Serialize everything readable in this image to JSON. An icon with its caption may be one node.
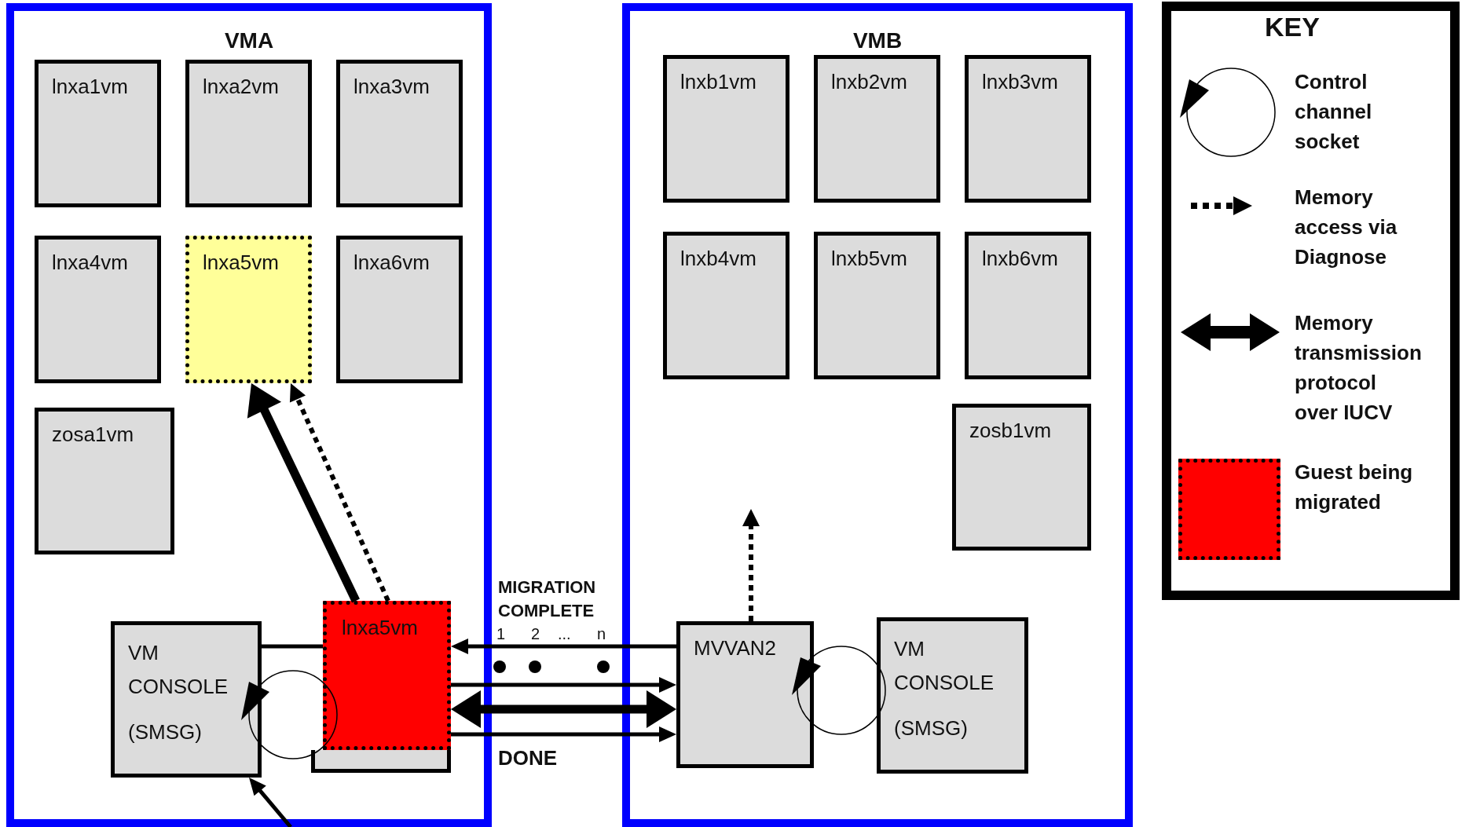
{
  "diagram": {
    "nodes": [
      {
        "text": [
          "VMA"
        ]
      },
      {
        "text": [
          "lnxa1vm"
        ],
        "in": 0
      },
      {
        "text": [
          "lnxa2vm"
        ],
        "in": 0
      },
      {
        "text": [
          "lnxa3vm"
        ],
        "in": 0
      },
      {
        "text": [
          "lnxa4vm"
        ],
        "in": 0
      },
      {
        "text": [
          "lnxa5vm"
        ],
        "in": 0
      },
      {
        "text": [
          "lnxa6vm"
        ],
        "in": 0
      },
      {
        "text": [
          "zosa1vm"
        ],
        "in": 0
      },
      {
        "text": [
          "VM CONSOLE",
          "(SMSG)"
        ],
        "in": 0
      },
      {
        "text": [],
        "shape": "box",
        "in": 0
      },
      {
        "text": [
          "lnxa5vm"
        ],
        "in": 0
      },
      {
        "text": [
          "VMB"
        ]
      },
      {
        "text": [
          "lnxb1vm"
        ],
        "in": 11
      },
      {
        "text": [
          "lnxb2vm"
        ],
        "in": 11
      },
      {
        "text": [
          "lnxb3vm"
        ],
        "in": 11
      },
      {
        "text": [
          "lnxb4vm"
        ],
        "in": 11
      },
      {
        "text": [
          "lnxb5vm"
        ],
        "in": 11
      },
      {
        "text": [
          "lnxb6vm"
        ],
        "in": 11
      },
      {
        "text": [
          "zosb1vm"
        ],
        "in": 11
      },
      {
        "text": [
          "MVVAN2"
        ],
        "in": 11
      },
      {
        "text": [
          "VM CONSOLE",
          "(SMSG)"
        ],
        "in": 11
      }
    ],
    "edges": [
      {
        "from": 10,
        "to": 5,
        "arrow": "to",
        "style": "thick"
      },
      {
        "from": 10,
        "to": 5,
        "arrow": "to",
        "style": "dashed"
      },
      {
        "from": 8,
        "to": 10,
        "arrow": "none"
      },
      {
        "from": 19,
        "to": 10,
        "arrow": "to",
        "label": "MIGRATION COMPLETE"
      },
      {
        "from": 10,
        "to": 19,
        "arrow": "to"
      },
      {
        "from": 10,
        "to": 19,
        "arrow": "both",
        "style": "thick"
      },
      {
        "from": 10,
        "to": 19,
        "arrow": "to",
        "label": "DONE"
      },
      {
        "from": null,
        "to": 8,
        "arrow": "to"
      },
      {
        "from": 19,
        "to": null,
        "arrow": "to",
        "style": "dashed"
      }
    ],
    "labels": [
      "1",
      "2",
      "...",
      "n",
      "KEY"
    ],
    "legend": [
      {
        "text": "Control channel socket"
      },
      {
        "text": "Memory access via Diagnose"
      },
      {
        "text": "Memory transmission protocol over IUCV"
      },
      {
        "text": "Guest being migrated",
        "color": "#ff0000"
      }
    ]
  }
}
